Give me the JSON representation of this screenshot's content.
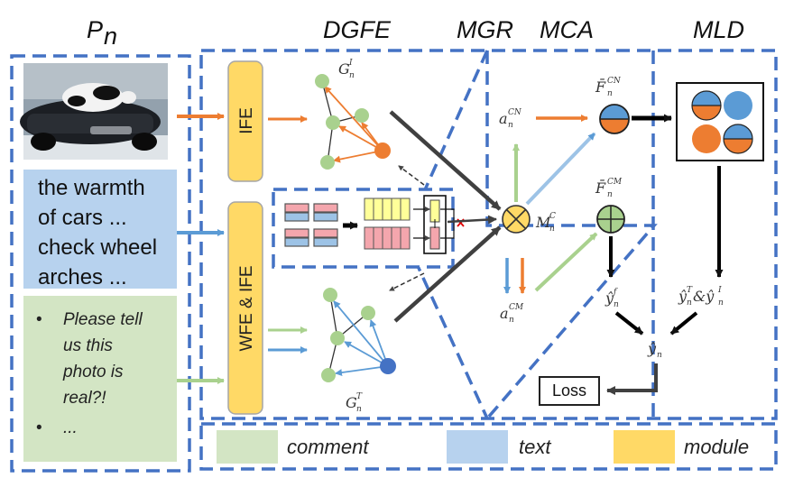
{
  "headers": {
    "pn_letter": "P",
    "pn_sub": "n",
    "dgfe": "DGFE",
    "mgr": "MGR",
    "mca": "MCA",
    "mld": "MLD"
  },
  "input_text": [
    "the warmth",
    "of cars ...",
    "check wheel",
    "arches ..."
  ],
  "comments": {
    "bullet": "•",
    "first_lines": [
      "Please tell",
      "us this",
      "photo is",
      "real?!"
    ],
    "second": "..."
  },
  "modules": {
    "ife": "IFE",
    "wfe_ife": "WFE & IFE"
  },
  "graphs": {
    "image": {
      "base": "G",
      "sub": "n",
      "sup": "I"
    },
    "text": {
      "base": "G",
      "sub": "n",
      "sup": "T"
    }
  },
  "fusion": {
    "base": "M",
    "sub": "n",
    "sup": "C"
  },
  "attention": {
    "cn": {
      "base": "a",
      "sub": "n",
      "sup": "CN"
    },
    "cm": {
      "base": "a",
      "sub": "n",
      "sup": "CM"
    }
  },
  "features": {
    "cn": {
      "base": "F̄",
      "sub": "n",
      "sup": "CN"
    },
    "cm": {
      "base": "F̄",
      "sub": "n",
      "sup": "CM"
    }
  },
  "outputs": {
    "y_f": {
      "base": "ŷ",
      "sub": "n",
      "sup": "f"
    },
    "y": {
      "base": "ŷ",
      "sub": "n"
    },
    "y_ti": "ŷ",
    "y_ti_sup1": "T",
    "y_ti_mid": " &ŷ",
    "y_ti_sup2": "I",
    "y_ti_sub": "n",
    "loss": "Loss"
  },
  "legend": {
    "comment": "comment",
    "text": "text",
    "module": "module"
  },
  "colors": {
    "dash_blue": "#4472c4",
    "comment_green": "#d3e5c4",
    "text_blue": "#b7d2ee",
    "module_yellow": "#ffd966",
    "node_green": "#a9d18e",
    "node_orange": "#ed7d31",
    "node_blue": "#4472c4",
    "arrow_dark": "#404040"
  }
}
